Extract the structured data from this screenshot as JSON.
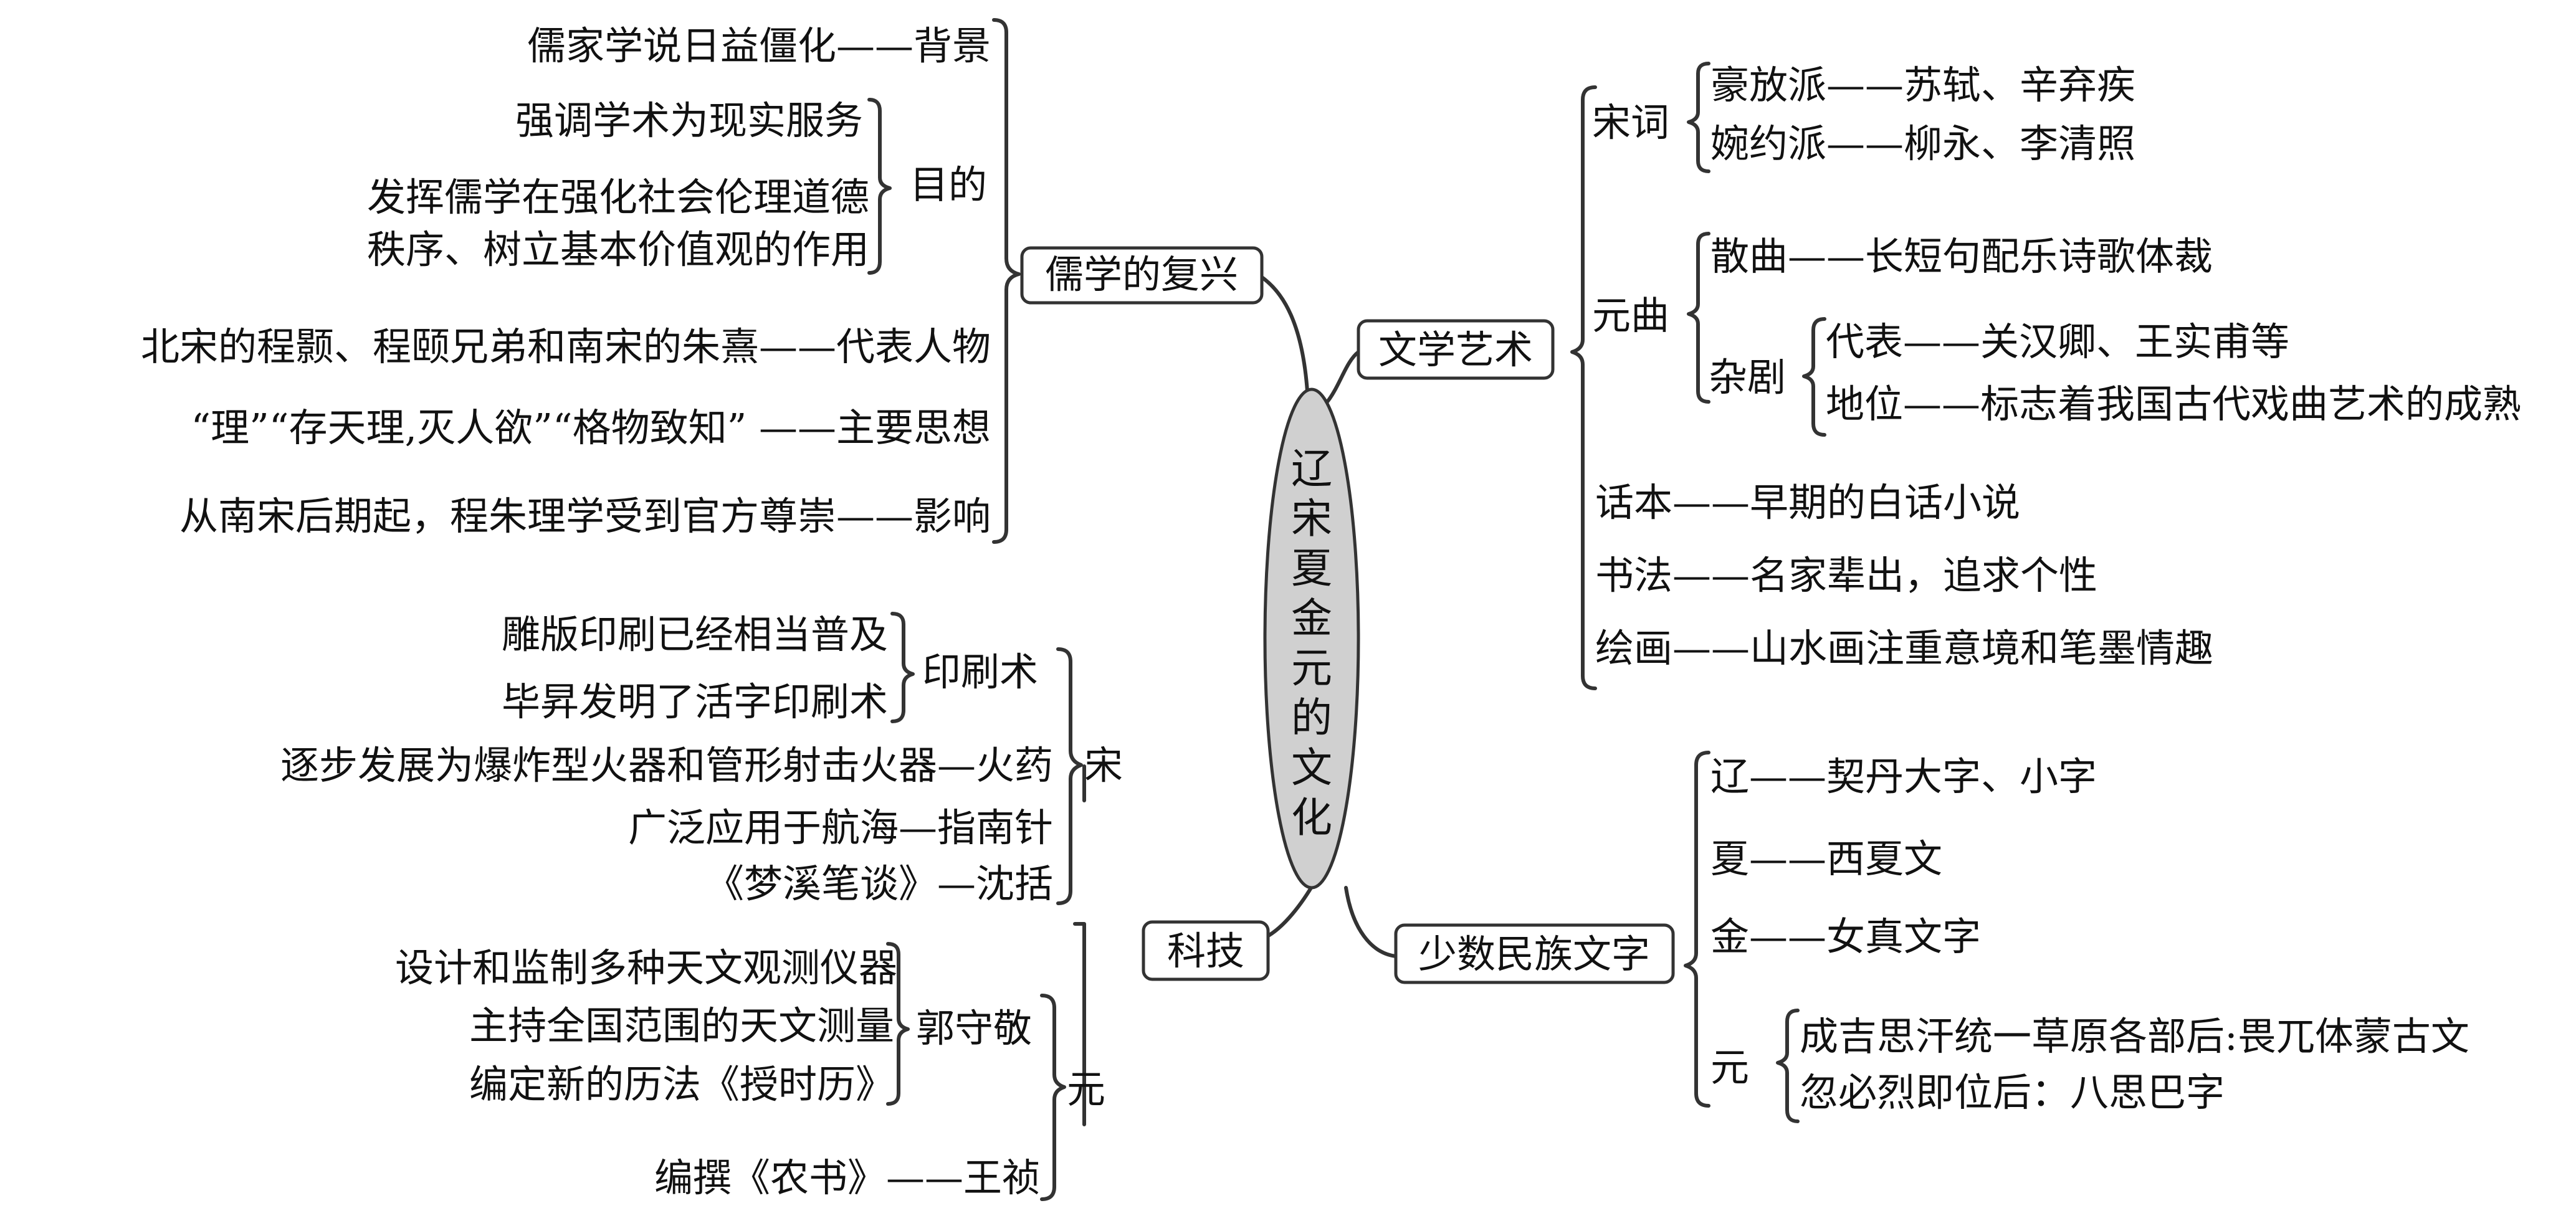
{
  "center": {
    "chars": [
      "辽",
      "宋",
      "夏",
      "金",
      "元",
      "的",
      "文",
      "化"
    ]
  },
  "rujia": {
    "label": "儒学的复兴",
    "bg": "儒家学说日益僵化——背景",
    "purpose_label": "目的",
    "p1": "强调学术为现实服务",
    "p2a": "发挥儒学在强化社会伦理道德",
    "p2b": "秩序、树立基本价值观的作用",
    "rep": "北宋的程颢、程颐兄弟和南宋的朱熹——代表人物",
    "idea": "“理”“存天理,灭人欲”“格物致知” ——主要思想",
    "influence": "从南宋后期起，程朱理学受到官方尊崇——影响"
  },
  "keji": {
    "label": "科技",
    "song": "宋",
    "yinshua": "印刷术",
    "y1": "雕版印刷已经相当普及",
    "y2": "毕昇发明了活字印刷术",
    "huoyao": "逐步发展为爆炸型火器和管形射击火器—火药",
    "zhinan": "广泛应用于航海—指南针",
    "mengxi": "《梦溪笔谈》—沈括",
    "yuan": "元",
    "guo": "郭守敬",
    "g1": "设计和监制多种天文观测仪器",
    "g2": "主持全国范围的天文测量",
    "g3": "编定新的历法《授时历》",
    "nongshu": "编撰《农书》——王祯"
  },
  "wenxue": {
    "label": "文学艺术",
    "songci": "宋词",
    "haofang": "豪放派——苏轼、辛弃疾",
    "wanyue": "婉约派——柳永、李清照",
    "yuanqu": "元曲",
    "sanqu": "散曲——长短句配乐诗歌体裁",
    "zaju": "杂剧",
    "daibiao": "代表——关汉卿、王实甫等",
    "diwei": "地位——标志着我国古代戏曲艺术的成熟",
    "huaben": "话本——早期的白话小说",
    "shufa": "书法——名家辈出，追求个性",
    "huihua": "绘画——山水画注重意境和笔墨情趣"
  },
  "minzu": {
    "label": "少数民族文字",
    "liao": "辽——契丹大字、小字",
    "xia": "夏——西夏文",
    "jin": "金——女真文字",
    "yuan": "元",
    "y1": "成吉思汗统一草原各部后:畏兀体蒙古文",
    "y2": "忽必烈即位后：八思巴字"
  }
}
